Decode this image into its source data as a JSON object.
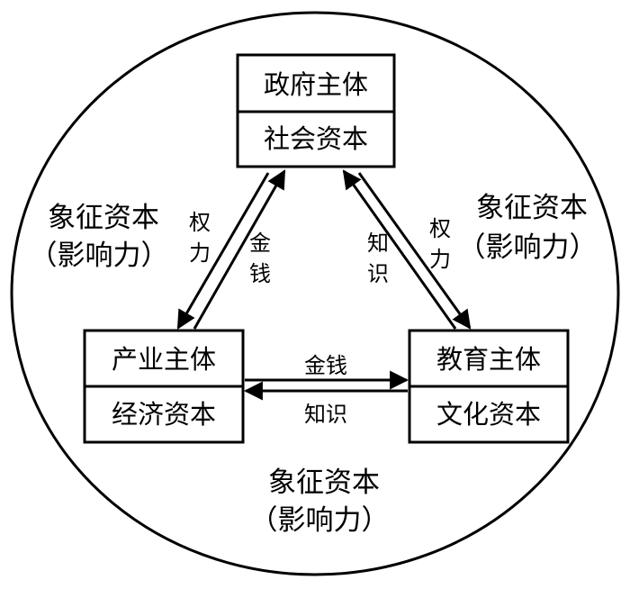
{
  "diagram": {
    "top_node": {
      "entity": "政府主体",
      "capital": "社会资本"
    },
    "left_node": {
      "entity": "产业主体",
      "capital": "经济资本"
    },
    "right_node": {
      "entity": "教育主体",
      "capital": "文化资本"
    },
    "symbolic_left": {
      "line1": "象征资本",
      "line2": "（影响力）"
    },
    "symbolic_right": {
      "line1": "象征资本",
      "line2": "（影响力）"
    },
    "symbolic_bottom": {
      "line1": "象征资本",
      "line2": "（影响力）"
    },
    "flows": {
      "top_to_left_power": [
        "权",
        "力"
      ],
      "left_to_top_money": [
        "金",
        "钱"
      ],
      "right_to_top_knowledge": [
        "知",
        "识"
      ],
      "top_to_right_power": [
        "权",
        "力"
      ],
      "left_to_right_money": "金钱",
      "right_to_left_knowledge": "知识"
    }
  }
}
